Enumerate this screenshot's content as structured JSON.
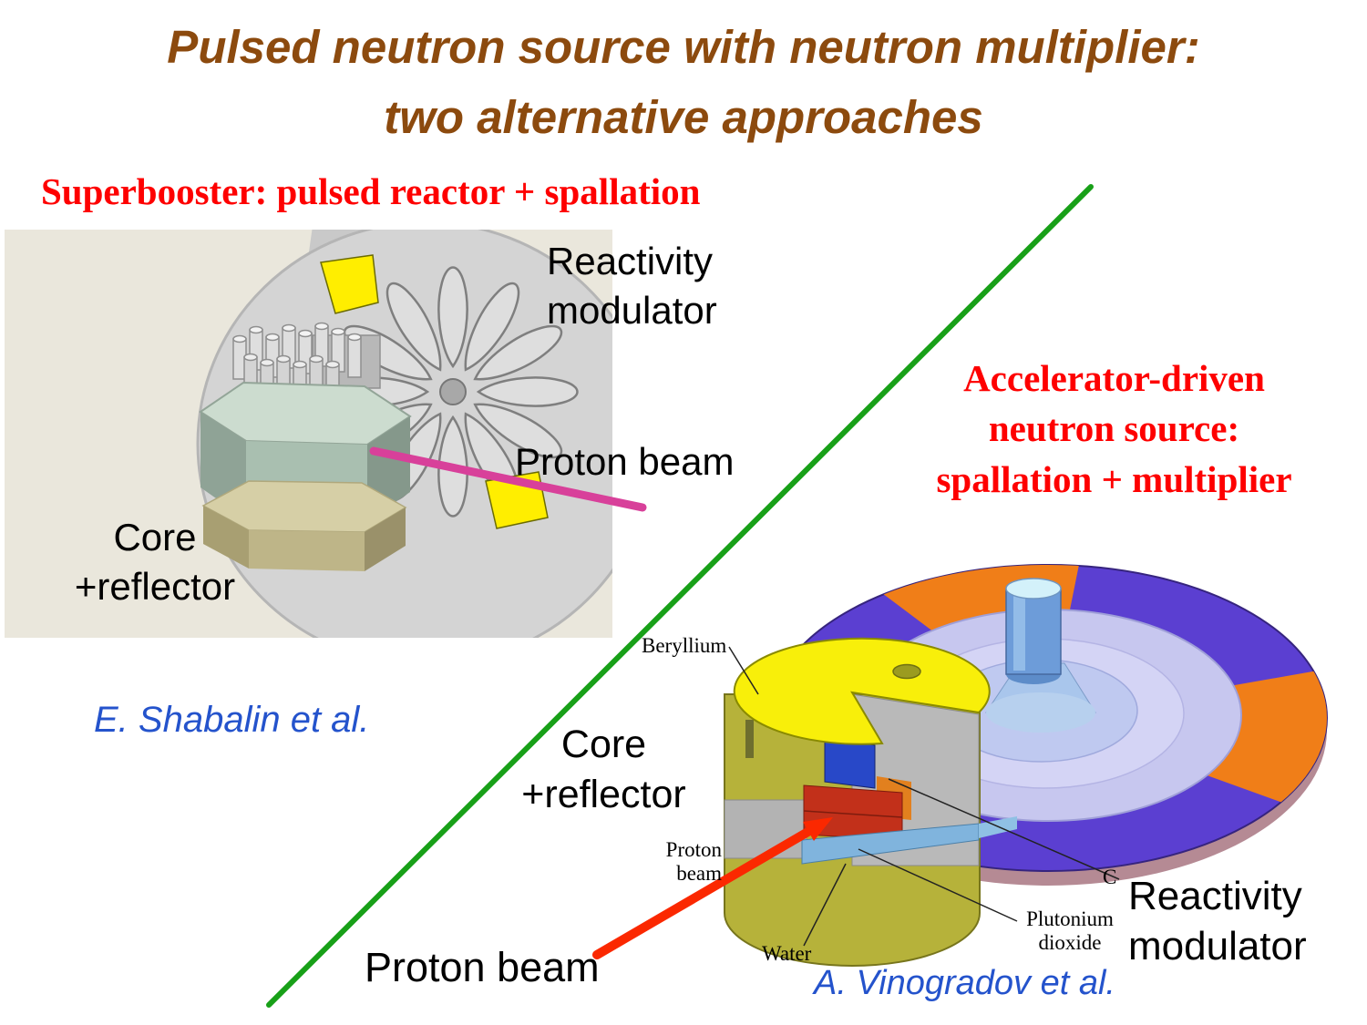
{
  "slide": {
    "title": "Pulsed neutron source with neutron multiplier:\ntwo alternative approaches"
  },
  "left": {
    "heading": "Superbooster: pulsed reactor + spallation",
    "reactivity_modulator": "Reactivity\nmodulator",
    "proton_beam": "Proton beam",
    "core_reflector": "Core\n+reflector",
    "attribution": "E. Shabalin et al."
  },
  "right": {
    "heading": "Accelerator-driven\nneutron source:\nspallation + multiplier",
    "beryllium": "Beryllium",
    "core_reflector": "Core\n+reflector",
    "proton_beam_small": "Proton\nbeam",
    "water": "Water",
    "plutonium_dioxide": "Plutonium\ndioxide",
    "partial_label": "C",
    "reactivity_modulator": "Reactivity\nmodulator",
    "proton_beam": "Proton beam",
    "attribution": "A. Vinogradov et al."
  },
  "colors": {
    "title": "#8c4a0e",
    "section_heading": "#fe0000",
    "attribution": "#2453cc",
    "divider_line": "#18a018",
    "proton_beam_left": "#d8409a",
    "proton_beam_right": "#fb2800",
    "disk_purple": "#5b3fd1",
    "disk_orange": "#f07e18",
    "core_yellow": "#f8ef0a"
  }
}
